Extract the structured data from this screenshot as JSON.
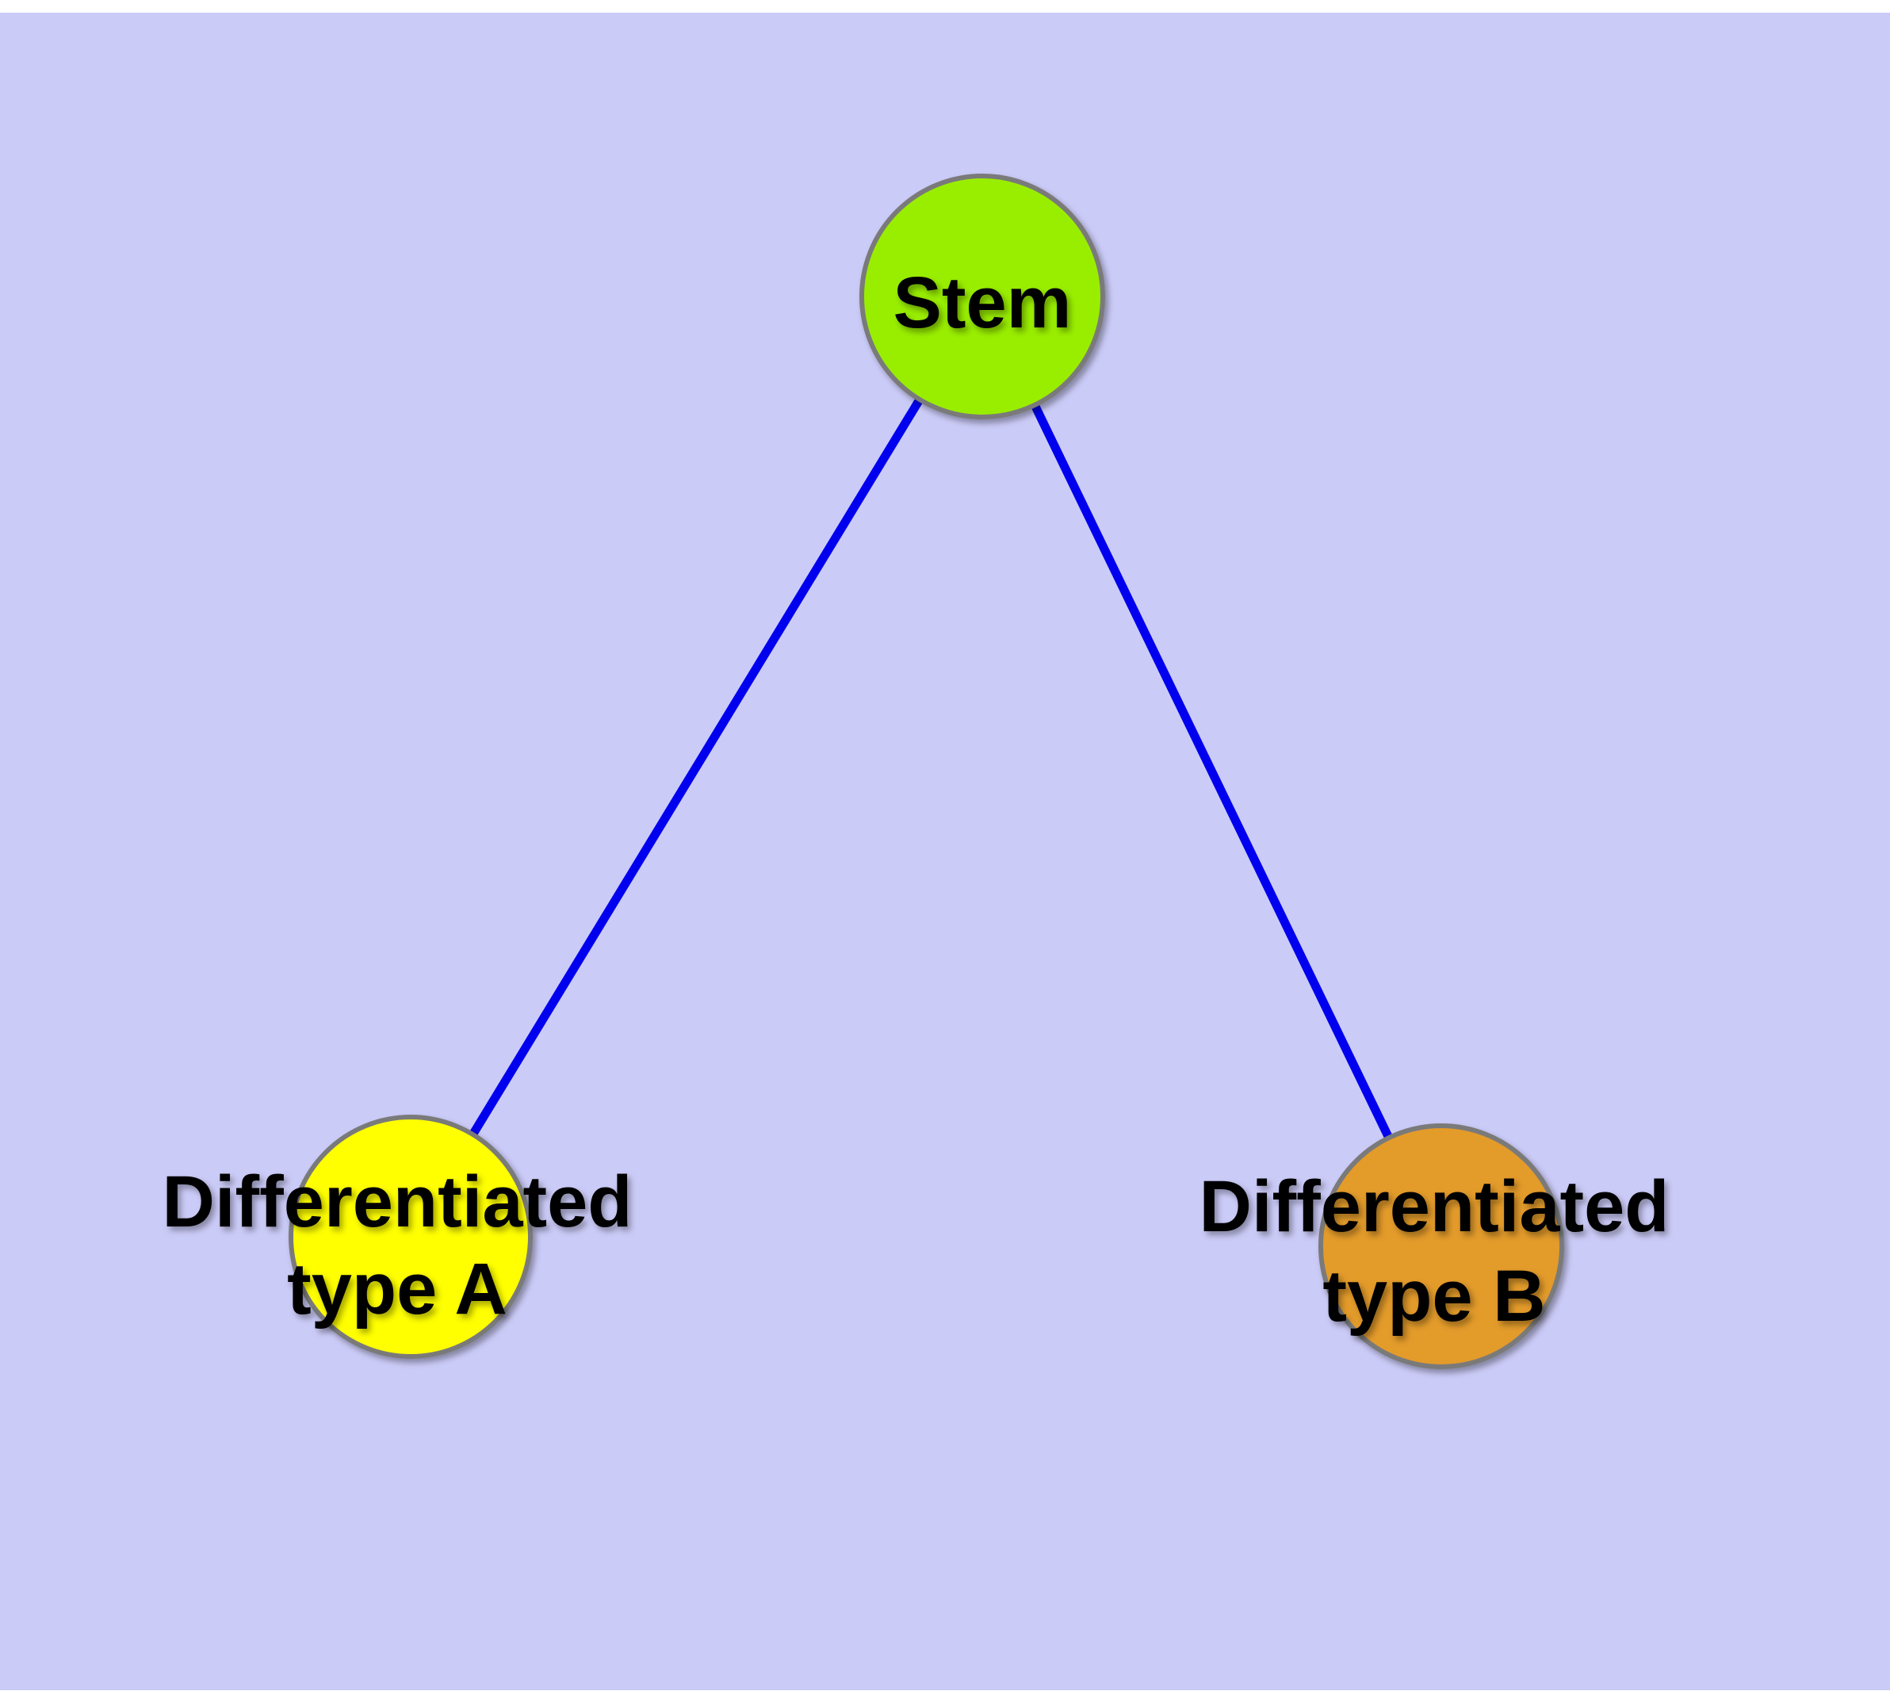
{
  "diagram": {
    "background_color": "#CBCBF8",
    "frame_color": "#FFFFFF",
    "edge_color": "#0000EE",
    "node_border_color": "#7A7A7A",
    "label_color": "#000000",
    "nodes": {
      "stem": {
        "label": "Stem",
        "fill_color": "#99EE00"
      },
      "type_a": {
        "label_line1": "Differentiated",
        "label_line2": "type A",
        "fill_color": "#FFFF00"
      },
      "type_b": {
        "label_line1": "Differentiated",
        "label_line2": "type B",
        "fill_color": "#E39B2B"
      }
    },
    "edges": [
      {
        "from": "Stem",
        "to": "Differentiated type A"
      },
      {
        "from": "Stem",
        "to": "Differentiated type B"
      }
    ]
  }
}
